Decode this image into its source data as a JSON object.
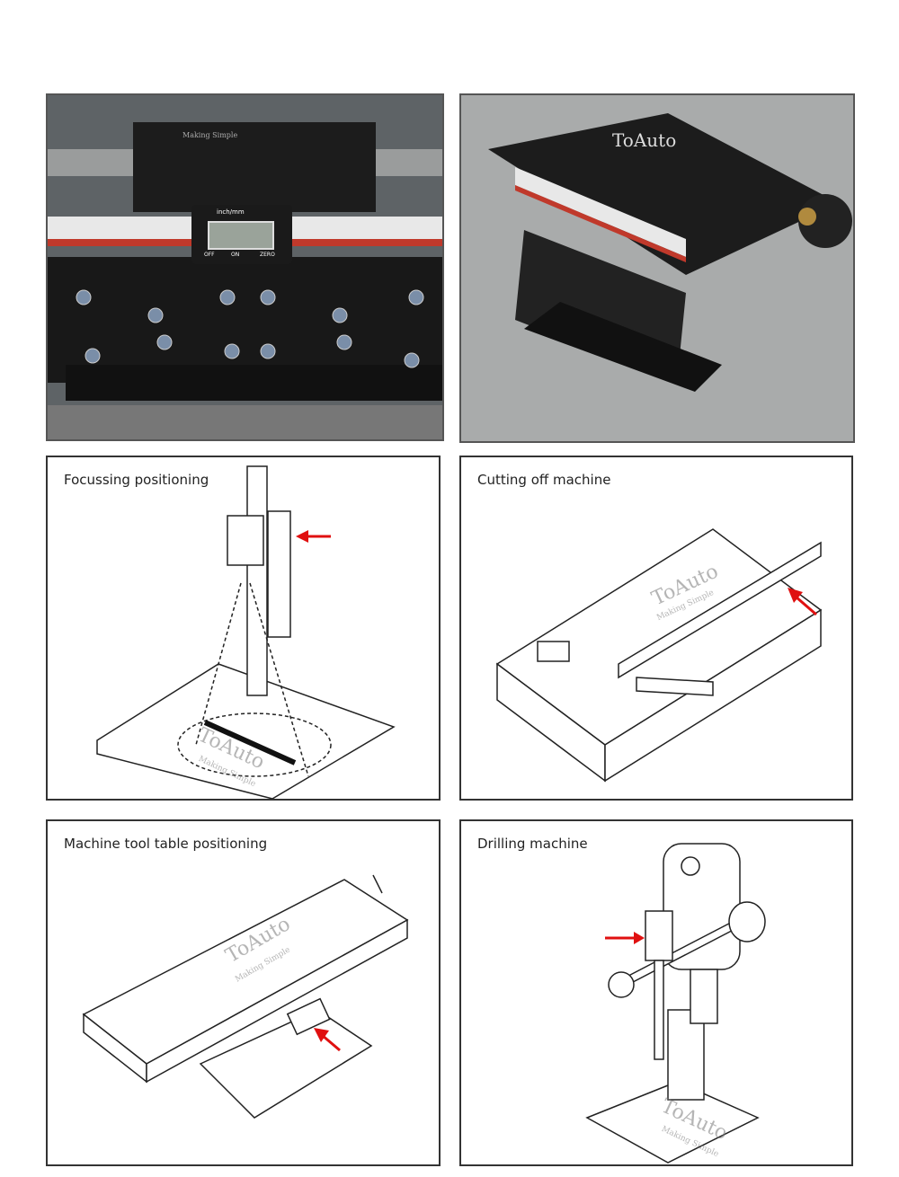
{
  "photos": {
    "lcd_unit_label": "inch/mm",
    "lcd_buttons": [
      "OFF",
      "ON",
      "ZERO"
    ],
    "watermark_slogan": "Making Simple",
    "watermark_brand": "ToAuto"
  },
  "applications": [
    {
      "caption": "Focussing  positioning"
    },
    {
      "caption": "Cutting off machine"
    },
    {
      "caption": "Machine tool table positioning"
    },
    {
      "caption": "Drilling machine"
    }
  ],
  "watermark": {
    "brand": "ToAuto",
    "slogan": "Making Simple"
  },
  "colors": {
    "arrow": "#e01010"
  }
}
